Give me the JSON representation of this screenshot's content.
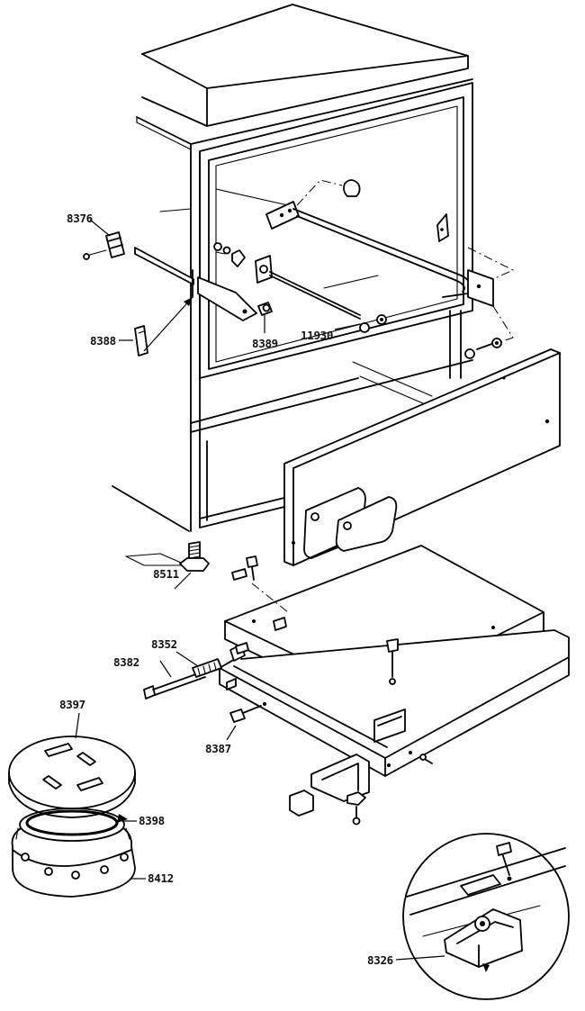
{
  "parts": [
    {
      "id": "8376",
      "label": "8376"
    },
    {
      "id": "8388",
      "label": "8388"
    },
    {
      "id": "8389",
      "label": "8389"
    },
    {
      "id": "11930",
      "label": "11930"
    },
    {
      "id": "8511",
      "label": "8511"
    },
    {
      "id": "8352",
      "label": "8352"
    },
    {
      "id": "8382",
      "label": "8382"
    },
    {
      "id": "8397",
      "label": "8397"
    },
    {
      "id": "8387",
      "label": "8387"
    },
    {
      "id": "8398",
      "label": "8398"
    },
    {
      "id": "8412",
      "label": "8412"
    },
    {
      "id": "8326",
      "label": "8326"
    }
  ]
}
